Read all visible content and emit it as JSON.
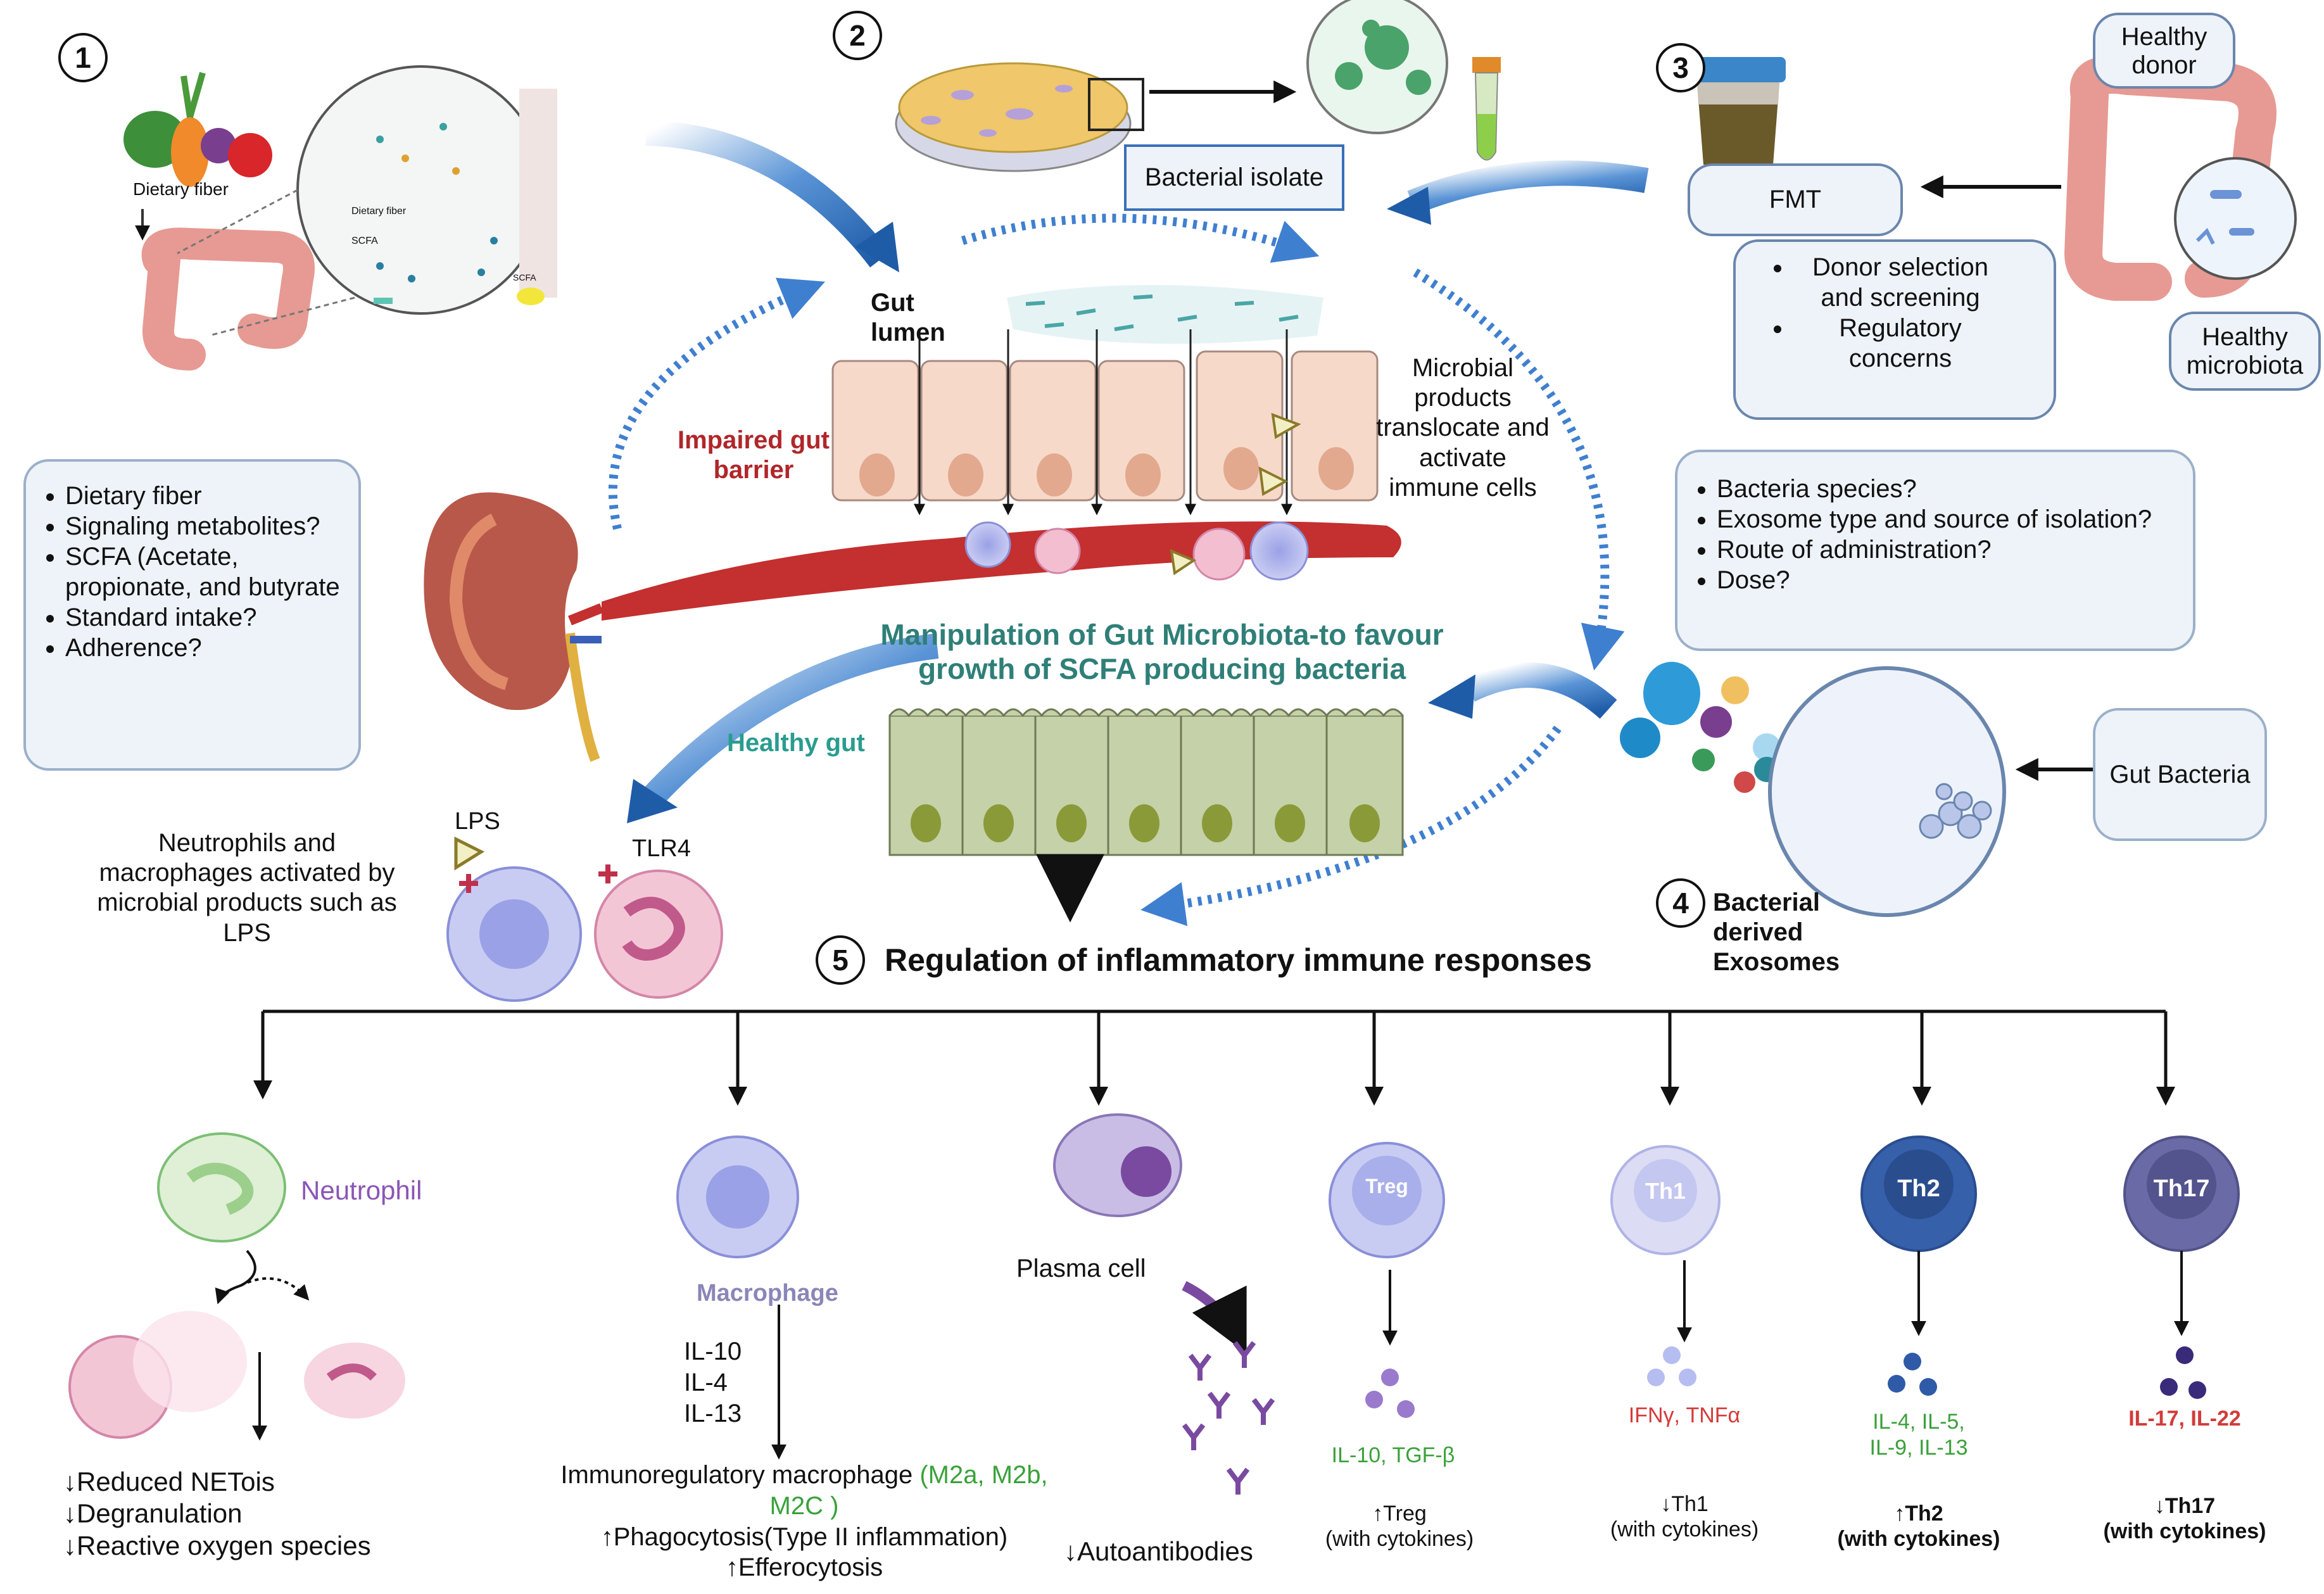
{
  "numbers": {
    "n1": "1",
    "n2": "2",
    "n3": "3",
    "n4": "4",
    "n5": "5"
  },
  "panel1": {
    "dietary_fiber_label": "Dietary fiber",
    "zoom_dietary_fiber": "Dietary fiber",
    "zoom_scfa": "SCFA",
    "zoom_scfa2": "SCFA"
  },
  "panel1_box": {
    "items": [
      "Dietary fiber",
      "Signaling metabolites?",
      "SCFA (Acetate, propionate, and butyrate",
      "Standard intake?",
      "Adherence?"
    ]
  },
  "panel2": {
    "bacterial_isolate": "Bacterial isolate"
  },
  "panel3": {
    "healthy_donor": "Healthy donor",
    "fmt": "FMT",
    "healthy_microbiota": "Healthy microbiota",
    "fmt_items": [
      "Donor selection and screening",
      "Regulatory concerns"
    ]
  },
  "panel4_box": {
    "items": [
      "Bacteria species?",
      "Exosome type and source of isolation?",
      "Route of administration?",
      "Dose?"
    ]
  },
  "panel4": {
    "gut_bacteria": "Gut Bacteria",
    "bacterial_exosomes": "Bacterial derived Exosomes"
  },
  "center": {
    "gut_lumen": "Gut lumen",
    "impaired_barrier": "Impaired gut barrier",
    "microbial_products": "Microbial products translocate and activate immune cells",
    "manipulation": "Manipulation of Gut Microbiota-to favour growth of SCFA producing bacteria",
    "healthy_gut": "Healthy gut",
    "regulation": "Regulation of inflammatory immune responses"
  },
  "left": {
    "neutrophils_text": "Neutrophils and macrophages activated by microbial products such as LPS",
    "lps": "LPS",
    "tlr4": "TLR4"
  },
  "bottom": {
    "neutrophil": "Neutrophil",
    "neutrophil_effects": [
      "↓Reduced NETois",
      "↓Degranulation",
      "↓Reactive oxygen species"
    ],
    "macrophage": "Macrophage",
    "macrophage_cytokines": [
      "IL-10",
      "IL-4",
      "IL-13"
    ],
    "immunoreg_prefix": "Immunoregulatory macrophage ",
    "immunoreg_types": "(M2a, M2b, M2C )",
    "phagocytosis": "↑Phagocytosis(Type II inflammation)",
    "efferocytosis": "↑Efferocytosis",
    "plasma_cell": "Plasma cell",
    "autoantibodies": "↓Autoantibodies",
    "treg": "Treg",
    "treg_cytokines": "IL-10, TGF-β",
    "treg_effect1": "↑Treg",
    "treg_effect2": "(with cytokines)",
    "th1": "Th1",
    "th1_cytokines": "IFNγ, TNFα",
    "th1_effect1": "↓Th1",
    "th1_effect2": "(with cytokines)",
    "th2": "Th2",
    "th2_cytokines1": "IL-4, IL-5,",
    "th2_cytokines2": "IL-9, IL-13",
    "th2_effect1": "↑Th2",
    "th2_effect2": "(with cytokines)",
    "th17": "Th17",
    "th17_cytokines": "IL-17, IL-22",
    "th17_effect1": "↓Th17",
    "th17_effect2": "(with cytokines)"
  },
  "colors": {
    "accent_blue": "#2f6db4",
    "dotted_blue": "#3f7fd0",
    "red_label": "#b0262a",
    "teal_label": "#2f7f78",
    "green_text": "#3aa13a",
    "red_text": "#d43a3a",
    "purple_text": "#8a56b6"
  }
}
